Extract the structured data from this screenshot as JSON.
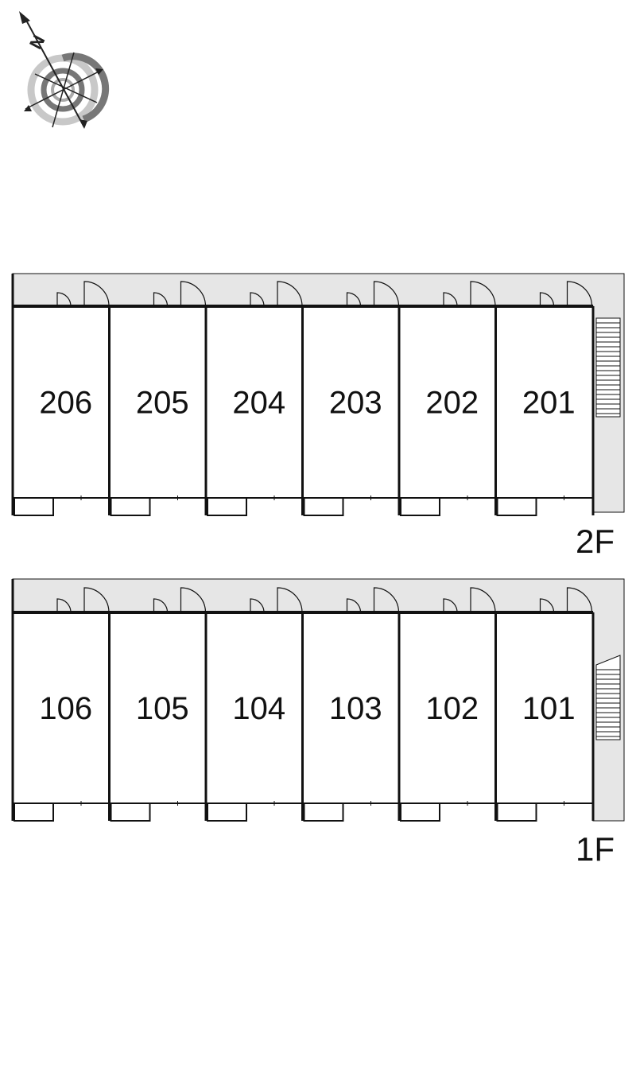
{
  "compass": {
    "north_label": "N",
    "icon": "compass-rose-icon"
  },
  "colors": {
    "corridor": "#e6e6e6",
    "wall": "#111111",
    "compass_ring_dark": "#777777",
    "compass_ring_light": "#c8c8c8"
  },
  "floors": [
    {
      "id": "2f",
      "label": "2F",
      "units": [
        "206",
        "205",
        "204",
        "203",
        "202",
        "201"
      ]
    },
    {
      "id": "1f",
      "label": "1F",
      "units": [
        "106",
        "105",
        "104",
        "103",
        "102",
        "101"
      ]
    }
  ]
}
